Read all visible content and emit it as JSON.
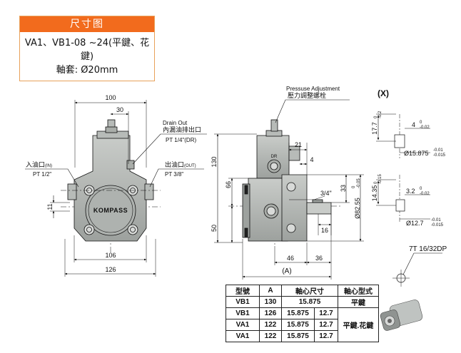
{
  "title_box": {
    "heading": "尺寸图",
    "model_line": "VA1、VB1-08 ~24(平鍵、花鍵)",
    "shaft_line": "軸套:  Ø20mm"
  },
  "front_view": {
    "dims": {
      "w100": "100",
      "w30": "30",
      "w106": "106",
      "w126": "126",
      "h11": "11"
    },
    "brand": "KOMPASS",
    "drain_label_en": "Drain Out",
    "drain_label_cn": "內漏油排出口",
    "drain_spec": "PT 1/4\"(DR)",
    "inlet_label": "入油口",
    "inlet_tag": "(IN)",
    "inlet_spec": "PT 1/2\"",
    "outlet_label": "出油口",
    "outlet_tag": "(OUT)",
    "outlet_spec": "PT 3/8\""
  },
  "side_view": {
    "adj_en": "Pressuse Adjustment",
    "adj_cn": "壓力調整螺栓",
    "dims": {
      "h130": "130",
      "h66": "66",
      "h50": "50",
      "w21": "21",
      "w4": "4",
      "thread": "3/4\"",
      "h33": "33",
      "w16": "16",
      "w46": "46",
      "w36": "36",
      "dia": "Ø82.55",
      "dia_tol_top": "0",
      "dia_tol_bot": "-0.05",
      "a": "(A)"
    },
    "dr_mark": "DR"
  },
  "x_detail": {
    "label": "(X)",
    "d1": {
      "h": "17.7",
      "h_tol_top": "0",
      "h_tol_bot": "-0.2",
      "w": "4",
      "w_tol_top": "0",
      "w_tol_bot": "-0.02",
      "dia": "Ø15.875",
      "dia_tol_top": "-0.01",
      "dia_tol_bot": "-0.015"
    },
    "d2": {
      "h": "14.35",
      "h_tol_top": "0",
      "h_tol_bot": "-0.15",
      "w": "3.2",
      "w_tol_top": "0",
      "w_tol_bot": "-0.02",
      "dia": "Ø12.7",
      "dia_tol_top": "-0.01",
      "dia_tol_bot": "-0.015"
    },
    "spline": "7T 16/32DP"
  },
  "spec_table": {
    "headers": [
      "型號",
      "A",
      "軸心尺寸",
      "軸心型式"
    ],
    "rows": [
      {
        "model": "VB1",
        "a": "130",
        "shaft": "15.875",
        "shaft2": "",
        "type": "平鍵"
      },
      {
        "model": "VB1",
        "a": "126",
        "shaft": "15.875",
        "shaft2": "12.7",
        "type": ""
      },
      {
        "model": "VA1",
        "a": "122",
        "shaft": "15.875",
        "shaft2": "12.7",
        "type": "平鍵.花鍵"
      },
      {
        "model": "VA1",
        "a": "122",
        "shaft": "15.875",
        "shaft2": "12.7",
        "type": ""
      }
    ]
  }
}
